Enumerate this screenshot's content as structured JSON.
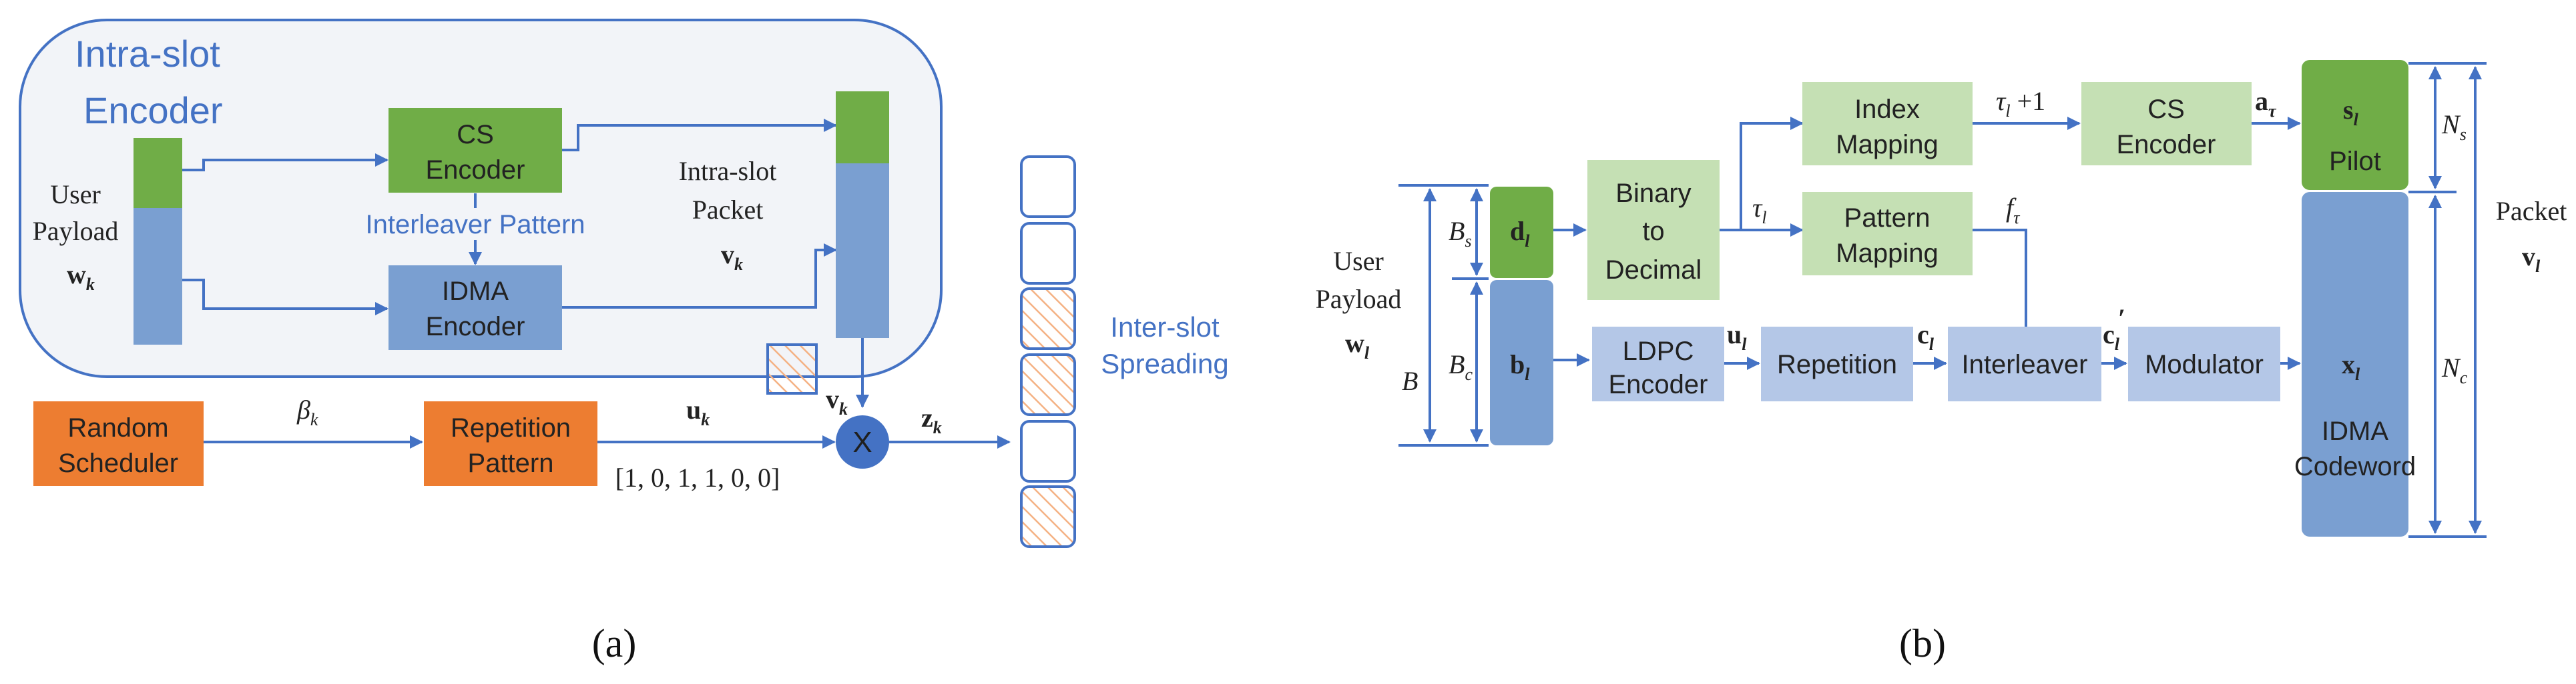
{
  "panel_a": {
    "title_line1": "Intra-slot",
    "title_line2": "Encoder",
    "user_payload_line1": "User",
    "user_payload_line2": "Payload",
    "user_payload_symbol": "w",
    "user_payload_sub": "k",
    "cs_encoder_line1": "CS",
    "cs_encoder_line2": "Encoder",
    "interleaver_pattern": "Interleaver Pattern",
    "idma_encoder_line1": "IDMA",
    "idma_encoder_line2": "Encoder",
    "intra_slot_packet_line1": "Intra-slot",
    "intra_slot_packet_line2": "Packet",
    "packet_symbol": "v",
    "packet_sub": "k",
    "v_below_symbol": "v",
    "v_below_sub": "k",
    "random_scheduler_line1": "Random",
    "random_scheduler_line2": "Scheduler",
    "beta_symbol": "β",
    "beta_sub": "k",
    "repetition_pattern_line1": "Repetition",
    "repetition_pattern_line2": "Pattern",
    "u_symbol": "u",
    "u_sub": "k",
    "pattern_vector": "[1, 0, 1, 1, 0, 0]",
    "multiply": "X",
    "z_symbol": "z",
    "z_sub": "k",
    "inter_slot_line1": "Inter-slot",
    "inter_slot_line2": "Spreading",
    "caption": "(a)"
  },
  "panel_b": {
    "user_payload_line1": "User",
    "user_payload_line2": "Payload",
    "w_symbol": "w",
    "w_sub": "l",
    "B": "B",
    "Bs": "B",
    "Bs_sub": "s",
    "Bc": "B",
    "Bc_sub": "c",
    "d_symbol": "d",
    "d_sub": "l",
    "b_symbol": "b",
    "b_sub": "l",
    "binary_line1": "Binary",
    "binary_line2": "to",
    "binary_line3": "Decimal",
    "index_mapping_line1": "Index",
    "index_mapping_line2": "Mapping",
    "tau_plus": "τ",
    "tau_plus_sub": "l",
    "tau_plus_suffix": " +1",
    "tau": "τ",
    "tau_sub": "l",
    "cs_encoder_line1": "CS",
    "cs_encoder_line2": "Encoder",
    "a_symbol": "a",
    "a_sub": "τ",
    "pattern_mapping_line1": "Pattern",
    "pattern_mapping_line2": "Mapping",
    "f_symbol": "f",
    "f_sub": "τ",
    "s_symbol": "s",
    "s_sub": "l",
    "pilot": "Pilot",
    "Ns": "N",
    "Ns_sub": "s",
    "Nc": "N",
    "Nc_sub": "c",
    "packet_line1": "Packet",
    "packet_symbol": "v",
    "packet_sub": "l",
    "ldpc_line1": "LDPC",
    "ldpc_line2": "Encoder",
    "u_symbol": "u",
    "u_sub": "l",
    "repetition": "Repetition",
    "c_symbol": "c",
    "c_sub": "l",
    "interleaver": "Interleaver",
    "cprime_symbol": "c",
    "cprime_sub": "l",
    "cprime_mark": "′",
    "modulator": "Modulator",
    "x_symbol": "x",
    "x_sub": "l",
    "idma_line1": "IDMA",
    "idma_line2": "Codeword",
    "caption": "(b)"
  },
  "colors": {
    "green": "#70ad47",
    "light_green": "#c5e0b4",
    "blue": "#4472c4",
    "steel_blue": "#7a9fd1",
    "light_blue": "#b4c7e7",
    "orange": "#ed7d31"
  }
}
